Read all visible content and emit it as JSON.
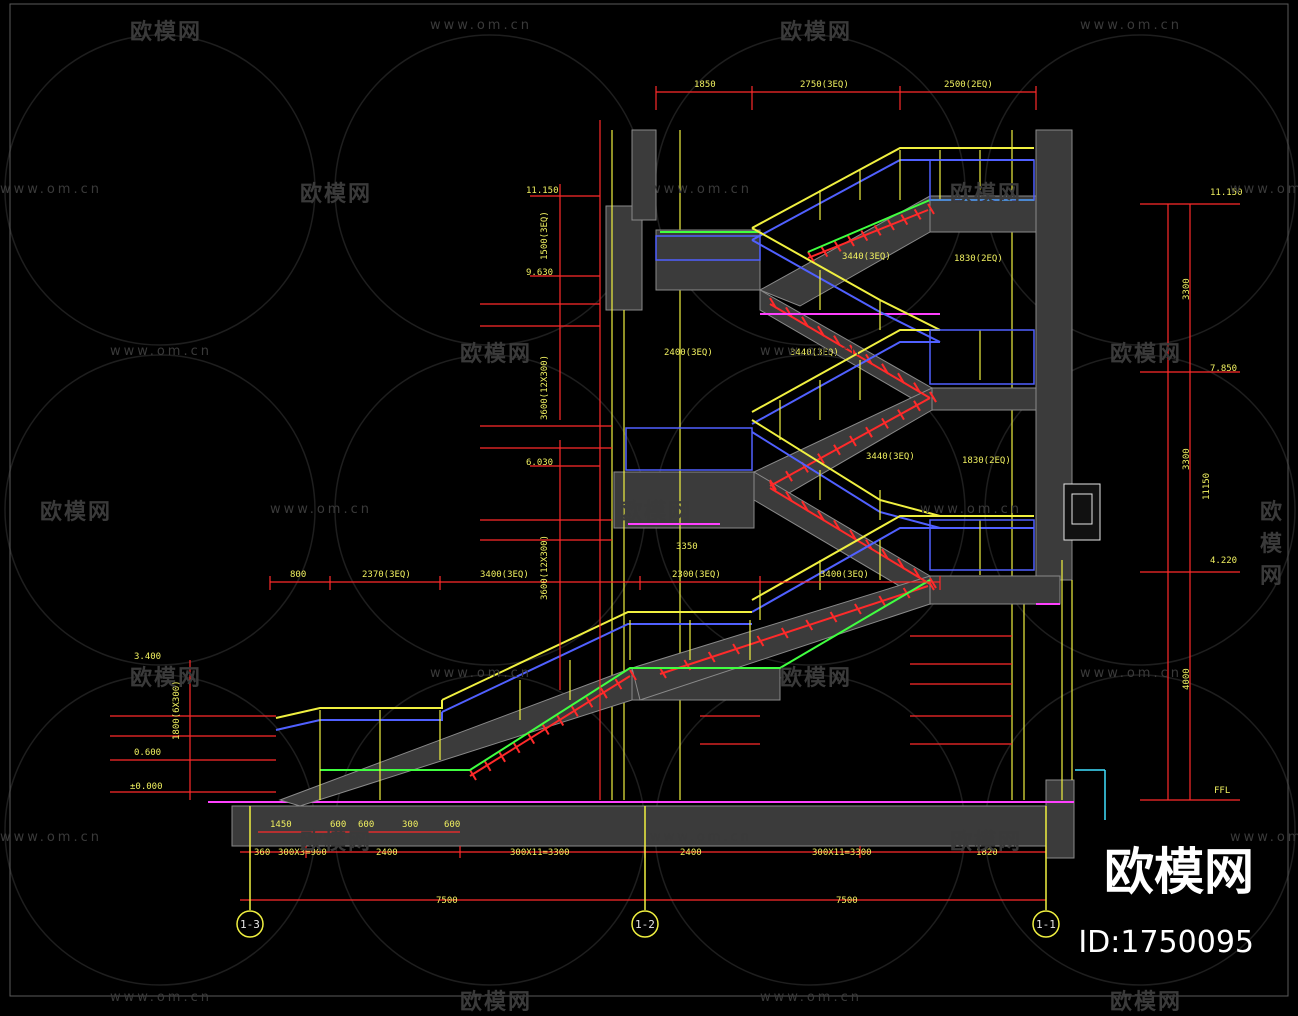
{
  "watermarks": {
    "logo_text": "欧模网",
    "url_text": "www.om.cn"
  },
  "brand": {
    "name": "欧模网",
    "id": "ID:1750095"
  },
  "grid_axes": [
    "1-3",
    "1-2",
    "1-1"
  ],
  "dimensions_top": [
    "1850",
    "2750(3EQ)",
    "2500(2EQ)"
  ],
  "dimensions_bottom_row1": [
    "1450",
    "600",
    "600",
    "300",
    "600"
  ],
  "dimensions_bottom_row2": [
    "360",
    "300X3=900",
    "2400",
    "300X11=3300",
    "2400",
    "300X11=3300",
    "1820"
  ],
  "dimensions_bottom_row3": [
    "7500",
    "7500"
  ],
  "dimensions_right": [
    "3300",
    "3300",
    "4000",
    "11150"
  ],
  "elevations_right": [
    "11.150",
    "7.850",
    "4.220",
    "FFL"
  ],
  "elevations_left": [
    "11.150",
    "9.630",
    "6.030",
    "3.400",
    "0.600",
    "±0.000"
  ],
  "stair_labels": [
    "3440(3EQ)",
    "1830(2EQ)",
    "3440(3EQ)",
    "1830(2EQ)",
    "2400(3EQ)",
    "3440(3EQ)",
    "3400(3EQ)",
    "2300(3EQ)",
    "2370(3EQ)",
    "3350",
    "800",
    "3400(3EQ)"
  ],
  "vertical_labels_left": [
    "1500(3EQ)",
    "3600(12X300)",
    "3600(12X300)",
    "1800(6X300)"
  ],
  "colors": {
    "background": "#000000",
    "cad_red": "#ff2a2a",
    "cad_yellow": "#f0f040",
    "cad_blue": "#5060ff",
    "cad_green": "#40ff40",
    "cad_magenta": "#ff40ff",
    "cad_white": "#e6e6e6",
    "cad_gray": "#8a8a8a",
    "cad_cyan": "#40e0ff",
    "watermark": "#3a3a3a"
  }
}
